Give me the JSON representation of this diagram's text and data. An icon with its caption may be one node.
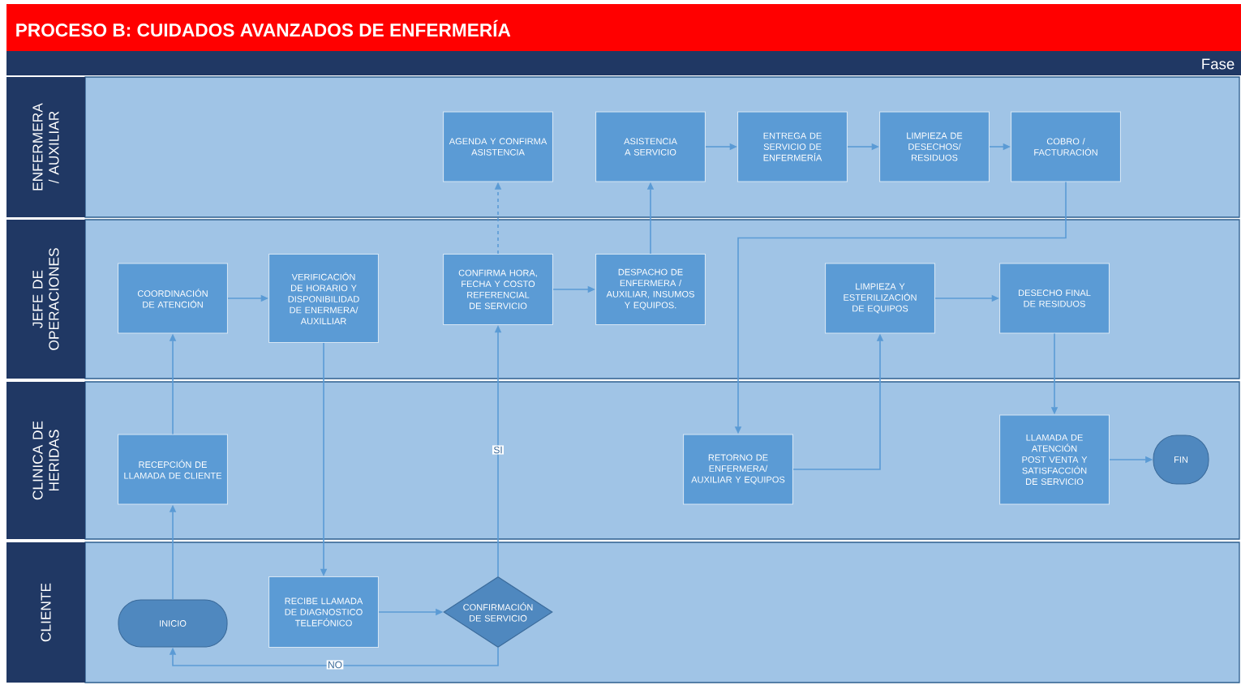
{
  "diagram": {
    "title": "PROCESO B: CUIDADOS AVANZADOS DE ENFERMERÍA",
    "nodes": [
      {
        "text": [
          "ENFERMERA / AUXILIAR"
        ]
      },
      {
        "text": [
          "AGENDA Y CONFIRMA ASISTENCIA"
        ],
        "in": 0
      },
      {
        "text": [
          "ASISTENCIA A SERVICIO"
        ],
        "in": 0
      },
      {
        "text": [
          "ENTREGA DE SERVICIO DE ENFERMERÍA"
        ],
        "in": 0
      },
      {
        "text": [
          "LIMPIEZA DE DESECHOS/ RESIDUOS"
        ],
        "in": 0
      },
      {
        "text": [
          "COBRO / FACTURACIÓN"
        ],
        "in": 0
      },
      {
        "text": [
          "JEFE DE OPERACIONES"
        ]
      },
      {
        "text": [
          "COORDINACIÓN DE ATENCIÓN"
        ],
        "in": 6
      },
      {
        "text": [
          "VERIFICACIÓN DE HORARIO Y DISPONIBILIDAD DE ENERMERA/ AUXILLIAR"
        ],
        "in": 6
      },
      {
        "text": [
          "CONFIRMA HORA, FECHA Y COSTO REFERENCIAL DE SERVICIO"
        ],
        "in": 6
      },
      {
        "text": [
          "DESPACHO DE ENFERMERA / AUXILIAR, INSUMOS Y EQUIPOS."
        ],
        "in": 6
      },
      {
        "text": [
          "LIMPIEZA Y ESTERILIZACIÓN DE EQUIPOS"
        ],
        "in": 6
      },
      {
        "text": [
          "DESECHO FINAL DE RESIDUOS"
        ],
        "in": 6
      },
      {
        "text": [
          "CLINICA DE HERIDAS"
        ]
      },
      {
        "text": [
          "RECEPCIÓN DE LLAMADA DE CLIENTE"
        ],
        "in": 13
      },
      {
        "text": [
          "RETORNO DE ENFERMERA/ AUXILIAR Y EQUIPOS"
        ],
        "in": 13
      },
      {
        "text": [
          "LLAMADA DE ATENCIÓN POST VENTA Y SATISFACCIÓN DE SERVICIO"
        ],
        "in": 13
      },
      {
        "text": [
          "FIN"
        ],
        "in": 13
      },
      {
        "text": [
          "CLIENTE"
        ]
      },
      {
        "text": [
          "INICIO"
        ],
        "in": 18
      },
      {
        "text": [
          "RECIBE LLAMADA DE DIAGNOSTICO TELEFÓNICO"
        ],
        "in": 18
      },
      {
        "text": [
          "CONFIRMACIÓN DE SERVICIO"
        ],
        "in": 18
      }
    ],
    "edges": [
      {
        "from": 19,
        "to": 14,
        "arrow": "to"
      },
      {
        "from": 14,
        "to": 7,
        "arrow": "to"
      },
      {
        "from": 7,
        "to": 8,
        "arrow": "to"
      },
      {
        "from": 8,
        "to": 20,
        "arrow": "to"
      },
      {
        "from": 20,
        "to": 21,
        "arrow": "to"
      },
      {
        "from": 21,
        "to": 9,
        "arrow": "to",
        "label": "SI"
      },
      {
        "from": 21,
        "to": 19,
        "arrow": "to",
        "label": "NO"
      },
      {
        "from": 9,
        "to": 1,
        "arrow": "to",
        "style": "dashed"
      },
      {
        "from": 9,
        "to": 10,
        "arrow": "to"
      },
      {
        "from": 10,
        "to": 2,
        "arrow": "to"
      },
      {
        "from": 2,
        "to": 3,
        "arrow": "to"
      },
      {
        "from": 3,
        "to": 4,
        "arrow": "to"
      },
      {
        "from": 4,
        "to": 5,
        "arrow": "to"
      },
      {
        "from": 5,
        "to": 15,
        "arrow": "to"
      },
      {
        "from": 15,
        "to": 11,
        "arrow": "to"
      },
      {
        "from": 11,
        "to": 12,
        "arrow": "to"
      },
      {
        "from": 12,
        "to": 16,
        "arrow": "to"
      },
      {
        "from": 16,
        "to": 17,
        "arrow": "to"
      }
    ],
    "labels": [
      "Fase"
    ]
  }
}
